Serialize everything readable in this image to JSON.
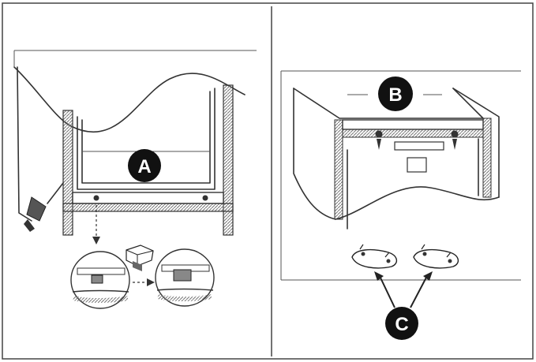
{
  "callouts": {
    "a": "A",
    "b": "B",
    "c": "C"
  },
  "colors": {
    "ink": "#333333",
    "callout_fill": "#111111",
    "hatch": "#777777",
    "background": "#ffffff"
  }
}
